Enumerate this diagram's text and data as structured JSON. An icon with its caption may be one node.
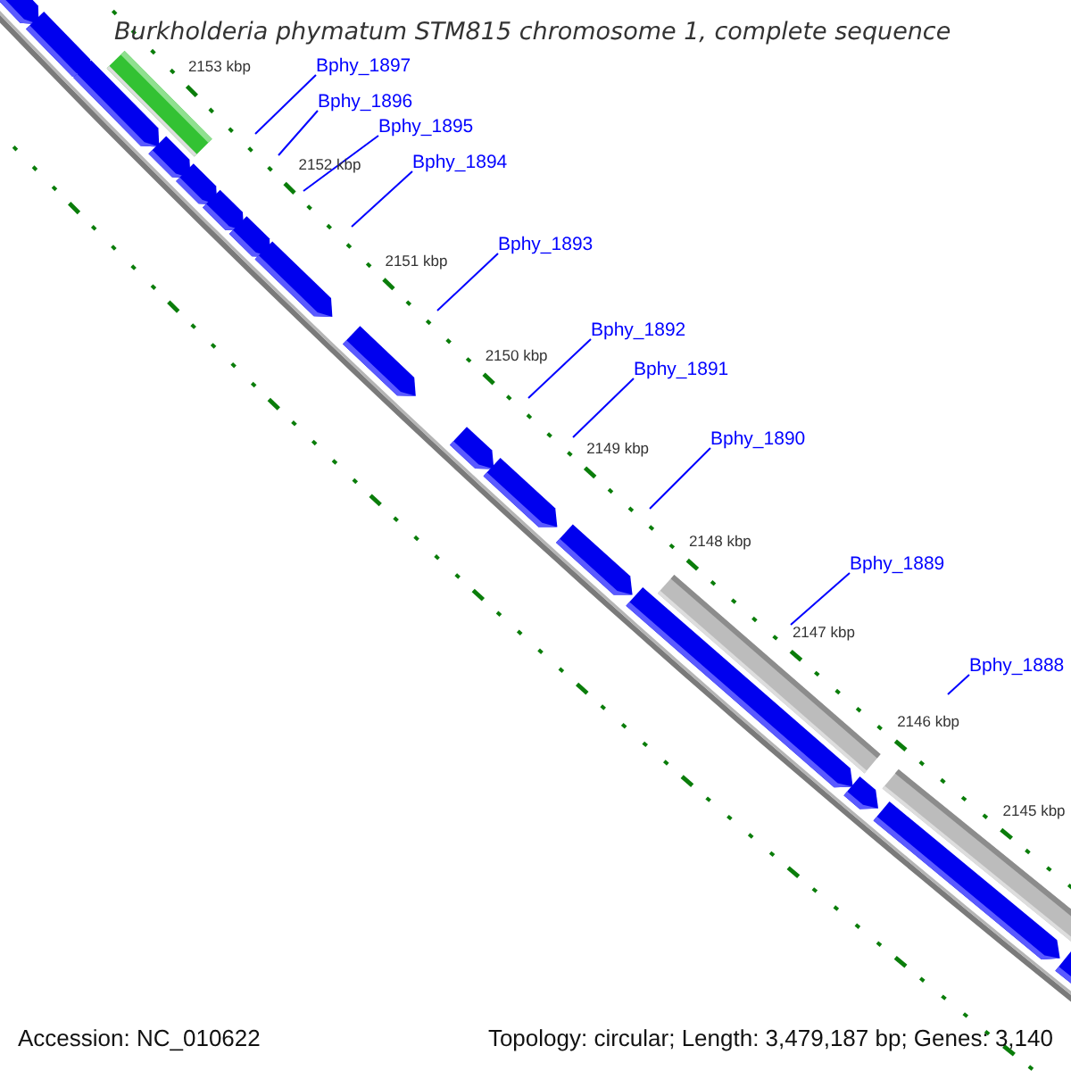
{
  "diagram": {
    "title": "Burkholderia phymatum STM815 chromosome 1, complete sequence",
    "nodes": [
      {
        "text": [
          "Bphy_1897"
        ]
      },
      {
        "text": [
          "Bphy_1896"
        ]
      },
      {
        "text": [
          "Bphy_1895"
        ]
      },
      {
        "text": [
          "Bphy_1894"
        ]
      },
      {
        "text": [
          "Bphy_1893"
        ]
      },
      {
        "text": [
          "Bphy_1892"
        ]
      },
      {
        "text": [
          "Bphy_1891"
        ]
      },
      {
        "text": [
          "Bphy_1890"
        ]
      },
      {
        "text": [
          "Bphy_1889"
        ]
      },
      {
        "text": [
          "Bphy_1888"
        ]
      }
    ],
    "edges": [
      {
        "from": 0,
        "to": null,
        "arrow": "none"
      },
      {
        "from": 1,
        "to": null,
        "arrow": "none"
      },
      {
        "from": 2,
        "to": null,
        "arrow": "none"
      },
      {
        "from": 3,
        "to": null,
        "arrow": "none"
      },
      {
        "from": 4,
        "to": null,
        "arrow": "none"
      },
      {
        "from": 5,
        "to": null,
        "arrow": "none"
      },
      {
        "from": 6,
        "to": null,
        "arrow": "none"
      },
      {
        "from": 7,
        "to": null,
        "arrow": "none"
      },
      {
        "from": 8,
        "to": null,
        "arrow": "none"
      },
      {
        "from": 9,
        "to": null,
        "arrow": "none"
      }
    ],
    "labels": [
      "2153 kbp",
      "2152 kbp",
      "2151 kbp",
      "2150 kbp",
      "2149 kbp",
      "2148 kbp",
      "2147 kbp",
      "2146 kbp",
      "2145 kbp",
      "Accession: NC_010622",
      "Topology: circular; Length: 3,479,187 bp; Genes: 3,140"
    ]
  }
}
